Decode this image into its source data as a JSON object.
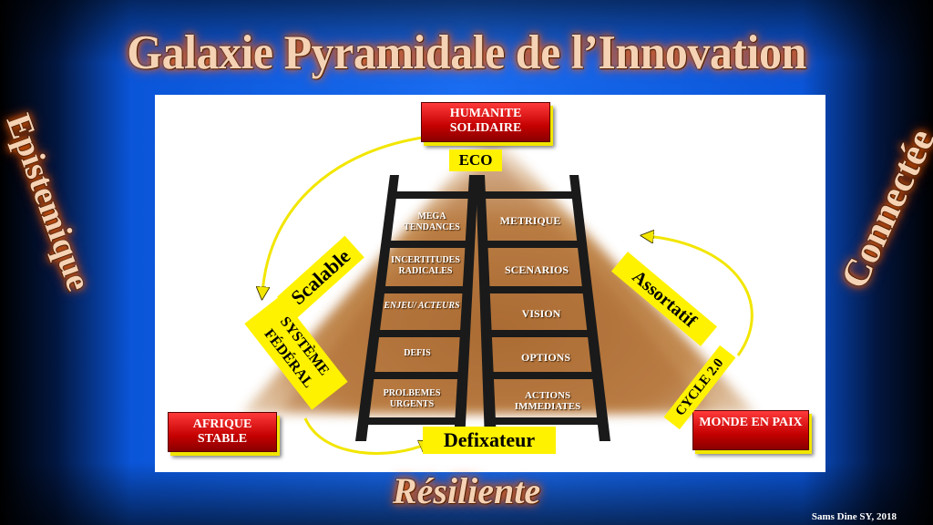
{
  "title": "Galaxie Pyramidale de l’Innovation",
  "side_left": "Epistemique",
  "side_right": "Connectée",
  "bottom": "Résiliente",
  "credit": "Sams Dine SY, 2018",
  "boxes": {
    "top": "HUMANITE SOLIDAIRE",
    "eco": "ECO",
    "bottom_left": "AFRIQUE STABLE",
    "bottom_right": "MONDE EN PAIX",
    "defixateur": "Defixateur",
    "scalable": "Scalable",
    "systeme": "SYSTÈME FÉDÉRAL",
    "assortatif": "Assortatif",
    "cycle": "CYCLE 2.0"
  },
  "left_ladder": [
    "MEGA TENDANCES",
    "INCERTITUDES RADICALES",
    "ENJEU/ ACTEURS",
    "DEFIS",
    "PROLBEMES URGENTS"
  ],
  "right_ladder": [
    "METRIQUE",
    "SCENARIOS",
    "VISION",
    "OPTIONS",
    "ACTIONS IMMEDIATES"
  ],
  "colors": {
    "accent_yellow": "#fff200",
    "box_red": "#d40000",
    "ladder": "#1a1a1a",
    "pyramid": "#b8773a"
  }
}
